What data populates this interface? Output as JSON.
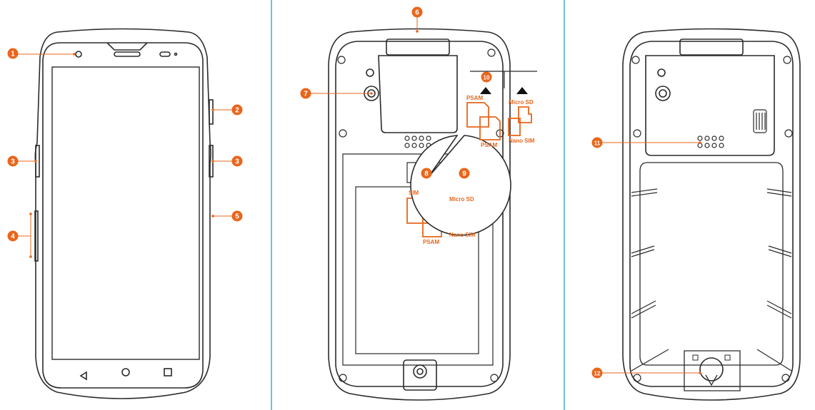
{
  "colors": {
    "accent": "#e8661c",
    "outline": "#2b2b2b",
    "divider": "#3fb0c6"
  },
  "views": [
    {
      "view": "front"
    },
    {
      "view": "back-covers-open"
    },
    {
      "view": "back"
    }
  ],
  "callouts": [
    {
      "number": "1"
    },
    {
      "number": "2"
    },
    {
      "number": "3"
    },
    {
      "number": "3"
    },
    {
      "number": "4"
    },
    {
      "number": "5"
    },
    {
      "number": "6"
    },
    {
      "number": "7"
    },
    {
      "number": "8"
    },
    {
      "number": "9"
    },
    {
      "number": "10"
    },
    {
      "number": "11"
    },
    {
      "number": "12"
    }
  ],
  "nav_bar": {
    "back_icon": "triangle-back-icon",
    "home_icon": "circle-home-icon",
    "recents_icon": "square-recents-icon"
  },
  "slot_labels": {
    "main_sim": "SIM",
    "main_psam": "PSAM",
    "main_micro_sd": "Micro SD",
    "main_nano_sim": "Nano SIM",
    "zoom_psam_top": "PSAM",
    "zoom_psam_bottom": "PSAM",
    "zoom_micro_sd": "Micro SD",
    "zoom_nano_sim": "Nano SIM"
  }
}
